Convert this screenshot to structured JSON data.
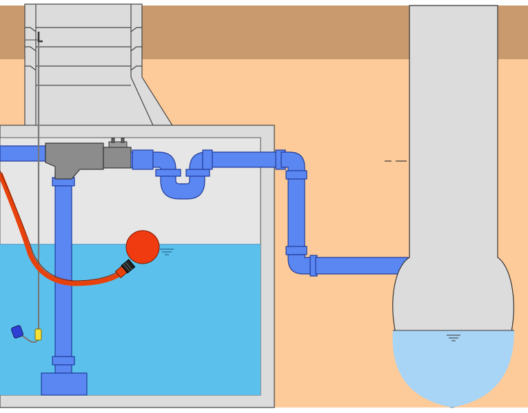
{
  "colors": {
    "topsoil": "#C99A6E",
    "subsoil": "#FDCB99",
    "concrete": "#DCDCDC",
    "water": "#5BC1EC",
    "well_water": "#A8D4F5",
    "pipe_blue": "#5B87F2",
    "pipe_dark": "#2B4BB8",
    "valve_gray": "#8C8C8C",
    "float_ball": "#F03A10",
    "hose": "#E8420C",
    "outline": "#333333"
  },
  "components": {
    "manhole_shaft": "manhole-shaft",
    "collection_tank": "collection-tank",
    "inlet_pipe": "inlet-pipe",
    "check_valve": "check-valve",
    "riser_pipe": "riser-pipe",
    "pump_base": "pump-base",
    "siphon_loop": "siphon-loop",
    "outlet_pipe": "outlet-pipe",
    "float_switch": "float-switch",
    "level_sensor": "level-sensor",
    "receiving_well": "receiving-well"
  }
}
